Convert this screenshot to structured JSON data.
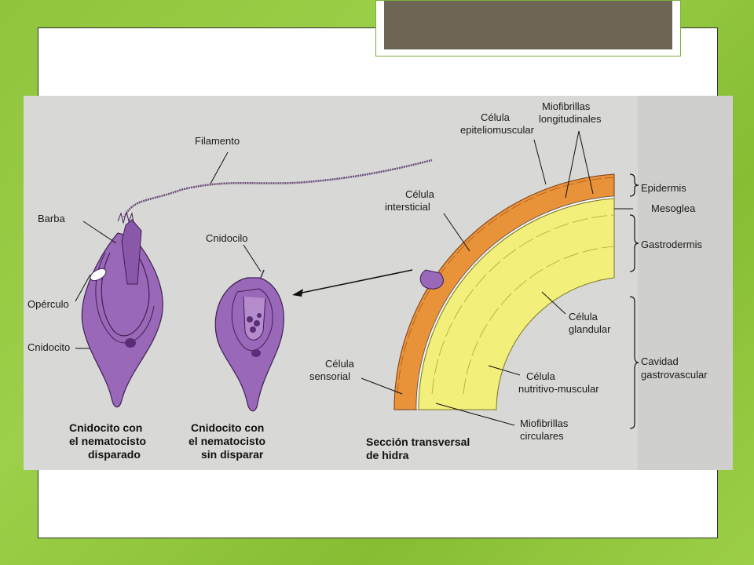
{
  "slide": {
    "frame_color": "#ffffff",
    "title_box_color": "#6e6556",
    "background_color": "#8fc43c"
  },
  "figure": {
    "labels": {
      "filamento": "Filamento",
      "barba": "Barba",
      "operculo": "Opérculo",
      "cnidocito": "Cnidocito",
      "cnidocilo": "Cnidocilo",
      "celula_epiteliomuscular": [
        "Célula",
        "epiteliomuscular"
      ],
      "miofibrillas_longitudinales": [
        "Miofibrillas",
        "longitudinales"
      ],
      "celula_intersticial": [
        "Célula",
        "intersticial"
      ],
      "epidermis": "Epidermis",
      "mesoglea": "Mesoglea",
      "gastrodermis": "Gastrodermis",
      "celula_glandular": [
        "Célula",
        "glandular"
      ],
      "cavidad_gastrovascular": [
        "Cavidad",
        "gastrovascular"
      ],
      "celula_sensorial": [
        "Célula",
        "sensorial"
      ],
      "celula_nutritivo_muscular": [
        "Célula",
        "nutritivo-muscular"
      ],
      "miofibrillas_circulares": [
        "Miofibrillas",
        "circulares"
      ]
    },
    "captions": {
      "disparado": [
        "Cnidocito con",
        "el nematocisto",
        "disparado"
      ],
      "sin_disparar": [
        "Cnidocito con",
        "el nematocisto",
        "sin disparar"
      ],
      "seccion": [
        "Sección transversal",
        "de hidra"
      ]
    },
    "colors": {
      "cnidocyte": "#9a68b8",
      "cnidocyte_dark": "#5a2e76",
      "epidermis": "#e8923a",
      "gastrodermis": "#f2ef7a",
      "figure_bg": "#d8d8d6"
    }
  }
}
